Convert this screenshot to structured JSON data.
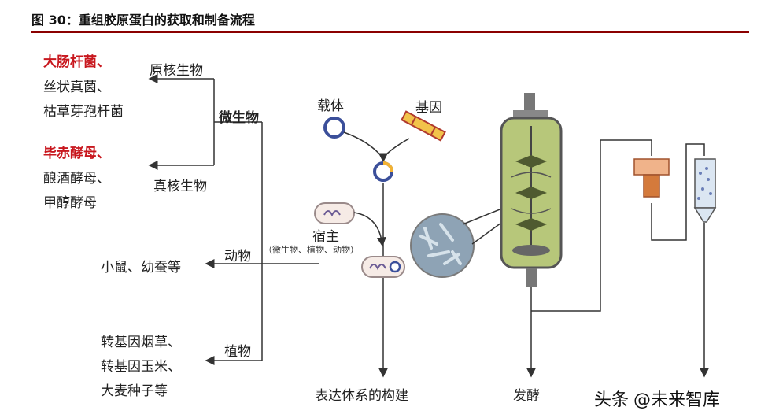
{
  "title": "图 30：重组胶原蛋白的获取和制备流程",
  "left": {
    "prokaryote_examples": {
      "line1": "大肠杆菌、",
      "line2": "丝状真菌、",
      "line3": "枯草芽孢杆菌"
    },
    "prokaryote": "原核生物",
    "microbe": "微生物",
    "eukaryote_examples": {
      "line1": "毕赤酵母、",
      "line2": "酿酒酵母、",
      "line3": "甲醇酵母"
    },
    "eukaryote": "真核生物",
    "animal": "动物",
    "animal_examples": "小鼠、幼蚕等",
    "plant": "植物",
    "plant_examples": {
      "line1": "转基因烟草、",
      "line2": "转基因玉米、",
      "line3": "大麦种子等"
    }
  },
  "center": {
    "vector": "载体",
    "gene": "基因",
    "host": "宿主",
    "host_note": "（微生物、植物、动物）",
    "expression_system": "表达体系的构建",
    "fermentation": "发酵"
  },
  "watermark": {
    "brand": "头条",
    "handle": "@未来智库"
  },
  "colors": {
    "accent_red": "#c8171e",
    "title_rule": "#8b0000",
    "fermenter_green": "#b7c77a",
    "line": "#333333"
  }
}
